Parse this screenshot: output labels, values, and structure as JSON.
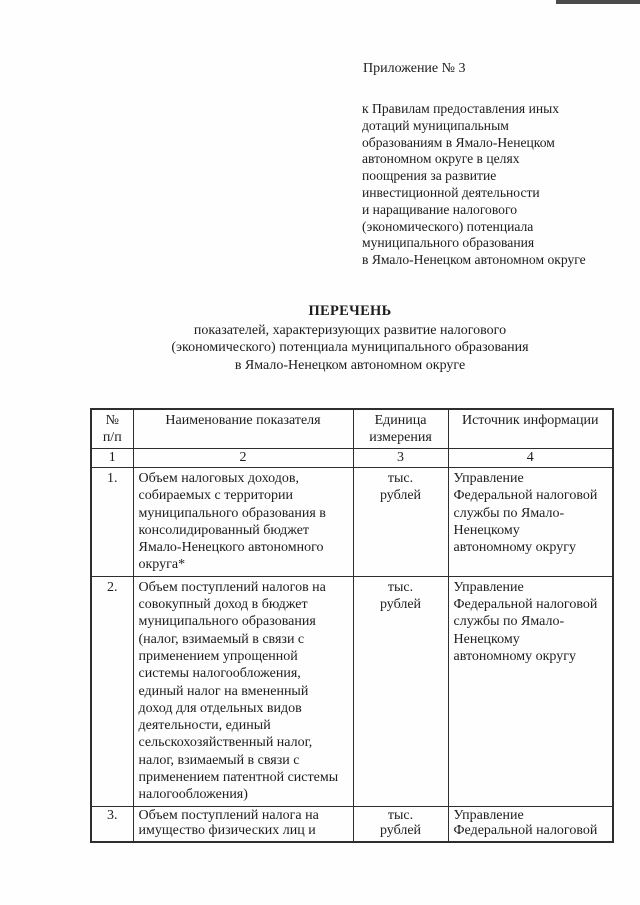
{
  "page": {
    "appendix_label": "Приложение № 3",
    "appendix_paragraph": "к Правилам предоставления иных\nдотаций муниципальным\nобразованиям в Ямало-Ненецком\nавтономном округе в целях\nпоощрения за развитие\nинвестиционной деятельности\nи наращивание налогового\n(экономического) потенциала\nмуниципального образования\nв Ямало-Ненецком автономном округе",
    "title": "ПЕРЕЧЕНЬ",
    "subtitle": "показателей, характеризующих развитие налогового\n(экономического) потенциала муниципального образования\nв Ямало-Ненецком автономном округе"
  },
  "table": {
    "headers": {
      "num": "№\nп/п",
      "indicator": "Наименование показателя",
      "unit": "Единица\nизмерения",
      "source": "Источник информации"
    },
    "column_numbers": [
      "1",
      "2",
      "3",
      "4"
    ],
    "rows": [
      {
        "num": "1.",
        "indicator": "Объем налоговых доходов,\nсобираемых с территории\nмуниципального образования в\nконсолидированный бюджет\nЯмало-Ненецкого автономного\nокруга*",
        "unit": "тыс.\nрублей",
        "source": "Управление\nФедеральной налоговой\nслужбы по Ямало-\nНенецкому\nавтономному округу"
      },
      {
        "num": "2.",
        "indicator": "Объем поступлений налогов на\nсовокупный доход в бюджет\nмуниципального образования\n(налог, взимаемый в связи с\nприменением упрощенной\nсистемы налогообложения,\nединый налог на вмененный\nдоход для отдельных видов\nдеятельности, единый\nсельскохозяйственный налог,\nналог, взимаемый в связи с\nприменением патентной системы\nналогообложения)",
        "unit": "тыс.\nрублей",
        "source": "Управление\nФедеральной налоговой\nслужбы по Ямало-\nНенецкому\nавтономному округу"
      },
      {
        "num": "3.",
        "indicator": "Объем поступлений налога на\nимущество физических лиц и",
        "unit": "тыс.\nрублей",
        "source": "Управление\nФедеральной налоговой"
      }
    ],
    "colors": {
      "text": "#1c1c1c",
      "border": "#2e2e2e",
      "background": "#fefefe"
    }
  }
}
